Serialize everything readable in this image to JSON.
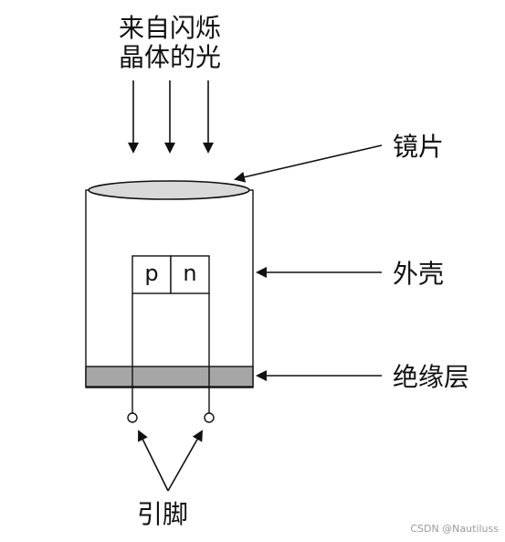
{
  "diagram": {
    "source_label": {
      "line1": "来自闪烁",
      "line2": "晶体的光"
    },
    "labels": {
      "lens": "镜片",
      "housing": "外壳",
      "insulation": "绝缘层",
      "pins": "引脚"
    },
    "junction": {
      "p": "p",
      "n": "n"
    },
    "colors": {
      "stroke": "#111111",
      "lens_fill": "#d9d9d9",
      "insulation_fill": "#a6a6a6",
      "background": "#ffffff"
    }
  },
  "watermark": "CSDN @Nautiluss"
}
